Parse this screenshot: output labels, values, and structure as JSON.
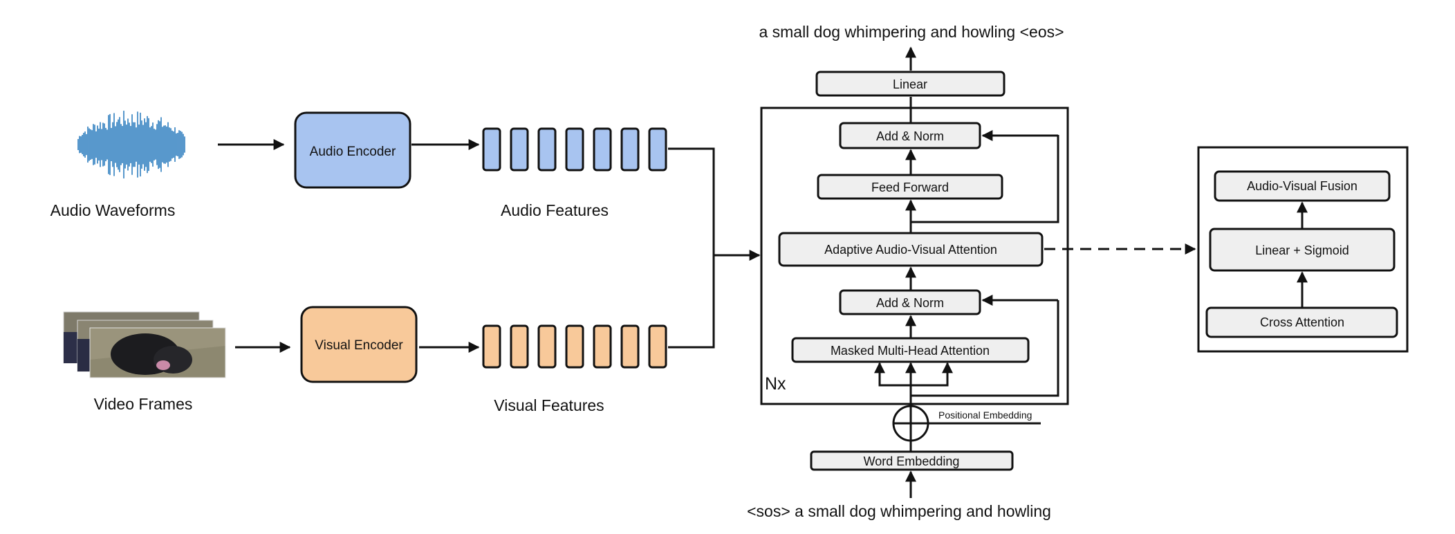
{
  "inputs": {
    "audio_label": "Audio Waveforms",
    "video_label": "Video Frames"
  },
  "encoders": {
    "audio": "Audio Encoder",
    "visual": "Visual Encoder"
  },
  "features": {
    "audio_label": "Audio Features",
    "visual_label": "Visual Features",
    "audio_count": 7,
    "visual_count": 7
  },
  "decoder": {
    "output_text": "a small dog whimpering and howling <eos>",
    "input_text": "<sos> a small dog whimpering and howling",
    "linear": "Linear",
    "add_norm_top": "Add & Norm",
    "feed_forward": "Feed Forward",
    "adaptive_attention": "Adaptive Audio-Visual Attention",
    "add_norm_bottom": "Add & Norm",
    "masked_attention": "Masked Multi-Head Attention",
    "repeat_label": "Nx",
    "positional_embedding": "Positional Embedding",
    "word_embedding": "Word  Embedding"
  },
  "detail": {
    "fusion": "Audio-Visual Fusion",
    "linear_sigmoid": "Linear + Sigmoid",
    "cross_attention": "Cross Attention"
  },
  "colors": {
    "audio_fill": "#a8c4f0",
    "visual_fill": "#f8c99a",
    "block_fill": "#efefef",
    "waveform": "#2f7fbf"
  }
}
